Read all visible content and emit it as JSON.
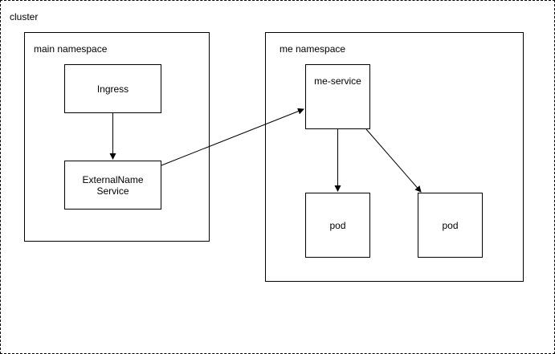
{
  "diagram": {
    "cluster": {
      "label": "cluster"
    },
    "main_namespace": {
      "label": "main namespace",
      "nodes": {
        "ingress": "Ingress",
        "external_service": "ExternalName\nService"
      }
    },
    "me_namespace": {
      "label": "me namespace",
      "nodes": {
        "me_service": "me-service",
        "pod_1": "pod",
        "pod_2": "pod"
      }
    },
    "edges": [
      {
        "from": "ingress",
        "to": "external_service"
      },
      {
        "from": "external_service",
        "to": "me_service"
      },
      {
        "from": "me_service",
        "to": "pod_1"
      },
      {
        "from": "me_service",
        "to": "pod_2"
      }
    ],
    "colors": {
      "stroke": "#000000",
      "background": "#ffffff"
    }
  }
}
